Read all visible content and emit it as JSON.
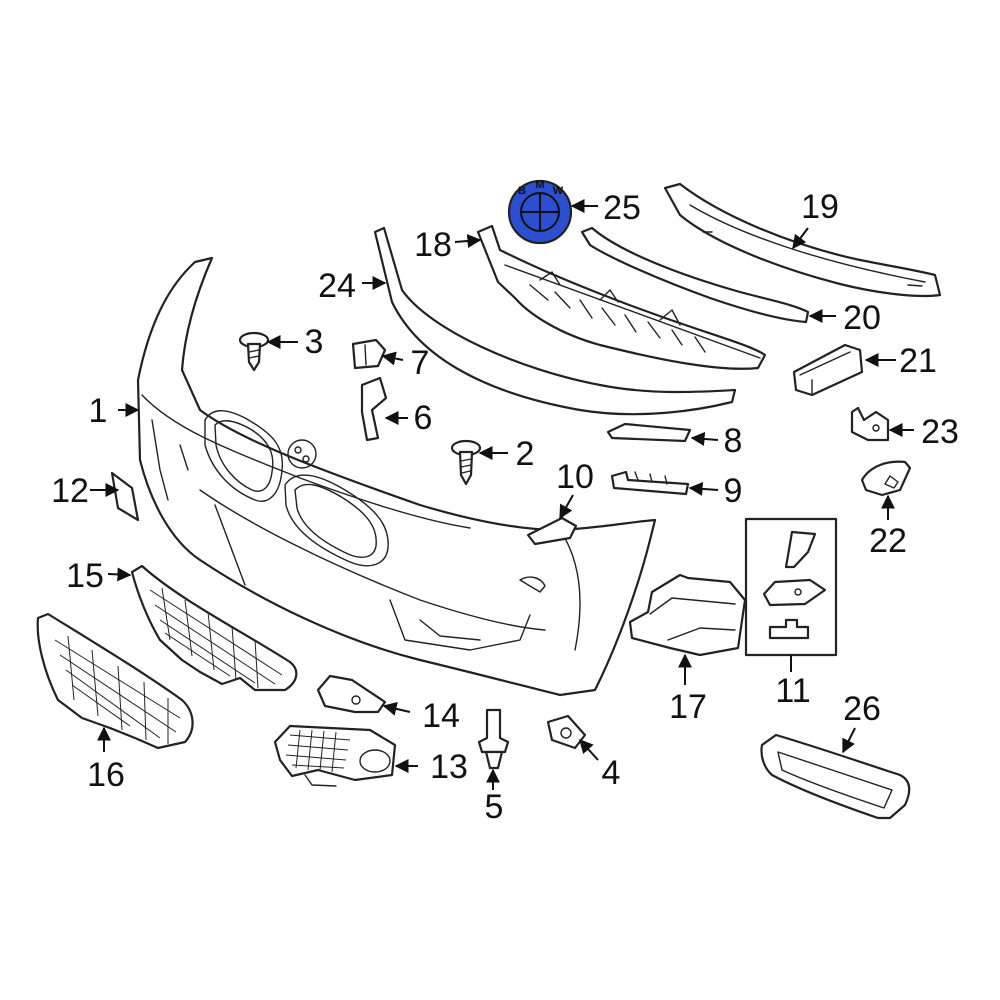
{
  "colors": {
    "line": "#222222",
    "highlight": "#2b4fd0",
    "background": "#ffffff"
  },
  "emblem": {
    "letters": [
      "B",
      "M",
      "W"
    ]
  },
  "callouts": [
    {
      "id": "1",
      "label": "1"
    },
    {
      "id": "2",
      "label": "2"
    },
    {
      "id": "3",
      "label": "3"
    },
    {
      "id": "4",
      "label": "4"
    },
    {
      "id": "5",
      "label": "5"
    },
    {
      "id": "6",
      "label": "6"
    },
    {
      "id": "7",
      "label": "7"
    },
    {
      "id": "8",
      "label": "8"
    },
    {
      "id": "9",
      "label": "9"
    },
    {
      "id": "10",
      "label": "10"
    },
    {
      "id": "11",
      "label": "11"
    },
    {
      "id": "12",
      "label": "12"
    },
    {
      "id": "13",
      "label": "13"
    },
    {
      "id": "14",
      "label": "14"
    },
    {
      "id": "15",
      "label": "15"
    },
    {
      "id": "16",
      "label": "16"
    },
    {
      "id": "17",
      "label": "17"
    },
    {
      "id": "18",
      "label": "18"
    },
    {
      "id": "19",
      "label": "19"
    },
    {
      "id": "20",
      "label": "20"
    },
    {
      "id": "21",
      "label": "21"
    },
    {
      "id": "22",
      "label": "22"
    },
    {
      "id": "23",
      "label": "23"
    },
    {
      "id": "24",
      "label": "24"
    },
    {
      "id": "25",
      "label": "25"
    },
    {
      "id": "26",
      "label": "26"
    }
  ],
  "highlighted_part": "25"
}
